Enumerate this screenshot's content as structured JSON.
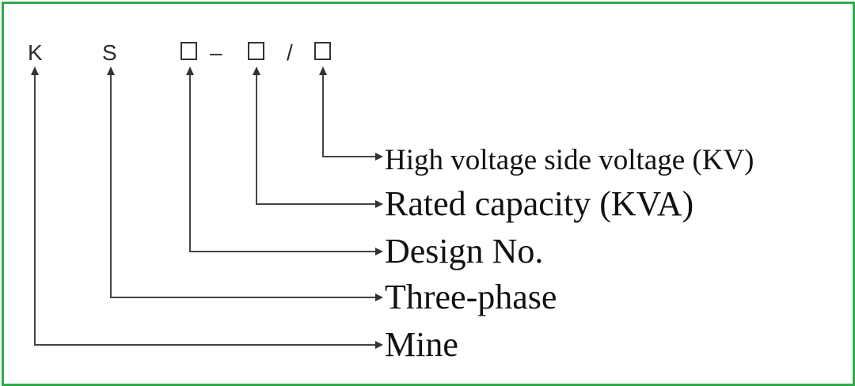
{
  "border_color": "#2eaa4a",
  "model_code": {
    "letter_1": "K",
    "letter_2": "S",
    "separator_dash": "–",
    "separator_slash": "/"
  },
  "legend": [
    {
      "id": "high-voltage",
      "label": "High voltage side voltage (KV)"
    },
    {
      "id": "rated-capacity",
      "label": "Rated capacity (KVA)"
    },
    {
      "id": "design-no",
      "label": "Design No."
    },
    {
      "id": "three-phase",
      "label": "Three-phase"
    },
    {
      "id": "mine",
      "label": "Mine"
    }
  ]
}
